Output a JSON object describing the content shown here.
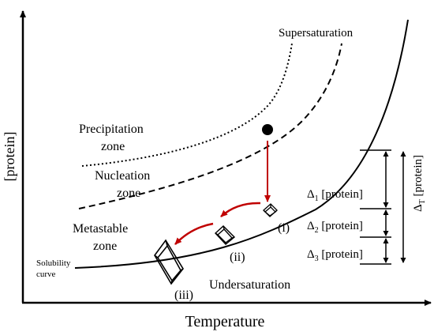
{
  "axes": {
    "x_label": "Temperature",
    "y_label": "[protein]"
  },
  "zones": {
    "supersaturation": "Supersaturation",
    "precipitation_line1": "Precipitation",
    "precipitation_line2": "zone",
    "nucleation_line1": "Nucleation",
    "nucleation_line2": "zone",
    "metastable_line1": "Metastable",
    "metastable_line2": "zone",
    "undersaturation": "Undersaturation"
  },
  "solubility_curve": {
    "line1": "Solubility",
    "line2": "curve"
  },
  "crystals": {
    "i": "(i)",
    "ii": "(ii)",
    "iii": "(iii)"
  },
  "deltas": {
    "d1_symbol": "Δ",
    "d1_sub": "1",
    "d1_label": "[protein]",
    "d2_symbol": "Δ",
    "d2_sub": "2",
    "d2_label": "[protein]",
    "d3_symbol": "Δ",
    "d3_sub": "3",
    "d3_label": "[protein]",
    "total_symbol": "Δ",
    "total_sub": "T",
    "total_label": "[protein]"
  },
  "colors": {
    "arrow_red": "#c00000",
    "ink": "#000000"
  }
}
